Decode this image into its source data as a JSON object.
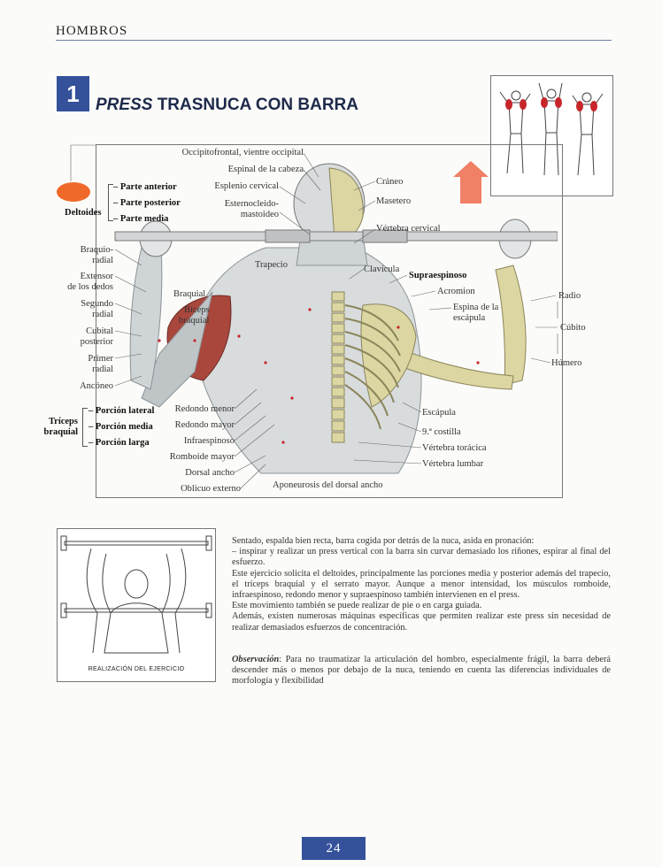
{
  "header": {
    "section": "HOMBROS"
  },
  "exercise": {
    "number": "1",
    "title_italic": "PRESS",
    "title_rest": " TRASNUCA CON BARRA"
  },
  "labels_top": [
    "Occipitofrontal, vientre occipital",
    "Espinal de la cabeza",
    "Esplenio cervical",
    "Esternocleido-",
    "mastoideo"
  ],
  "deltoid": {
    "group": "Deltoides",
    "parts": [
      "– Parte anterior",
      "– Parte posterior",
      "– Parte media"
    ]
  },
  "labels_left": [
    "Braquio-",
    "radial",
    "Extensor",
    "de los dedos",
    "Segundo",
    "radial",
    "Cubital",
    "posterior",
    "Primer",
    "radial",
    "Ancóneo",
    "Braquial",
    "Bíceps",
    "braquial"
  ],
  "triceps": {
    "group": [
      "Tríceps",
      "braquial"
    ],
    "parts": [
      "– Porción lateral",
      "– Porción media",
      "– Porción larga"
    ]
  },
  "labels_center": [
    "Trapecio",
    "Redondo menor",
    "Redondo mayor",
    "Infraespinoso",
    "Romboide mayor",
    "Dorsal ancho",
    "Oblicuo externo",
    "Aponeurosis del dorsal ancho"
  ],
  "labels_right": [
    "Cráneo",
    "Masetero",
    "Vértebra cervical",
    "Clavícula",
    "Supraespinoso",
    "Acromion",
    "Espina de la",
    "escápula",
    "Escápula",
    "9.ª costilla",
    "Vértebra torácica",
    "Vértebra lumbar"
  ],
  "labels_far_right": [
    "Radio",
    "Cúbito",
    "Húmero"
  ],
  "illustration_caption": "REALIZACIÓN DEL EJERCICIO",
  "description": [
    "Sentado, espalda bien recta, barra cogida por detrás de la nuca, asida en pronación:",
    "– inspirar y realizar un press vertical con la barra sin curvar demasiado los riñones, espirar al final del esfuerzo.",
    "Este ejercicio solicita el deltoides, principalmente las porciones media y posterior además del trapecio, el tríceps braquial y el serrato mayor. Aunque a menor intensidad, los músculos romboide, infraespinoso, redondo menor y supraespinoso también intervienen en el press.",
    "Este movimiento también se puede realizar de pie o en carga guiada.",
    "Además, existen numerosas máquinas específicas que permiten realizar este press sin necesidad de realizar demasiados esfuerzos de concentración."
  ],
  "observation": {
    "label": "Observación",
    "text": ": Para no traumatizar la articulación del hombro, especialmente frágil, la barra deberá descender más o menos por debajo de la nuca, teniendo en cuenta las diferencias individuales de morfología y flexibilidad"
  },
  "page_number": "24",
  "colors": {
    "accent_blue": "#34519a",
    "muscle_red": "#a9473d",
    "bone": "#dcd6a2",
    "highlight_orange": "#ef6a2a"
  }
}
